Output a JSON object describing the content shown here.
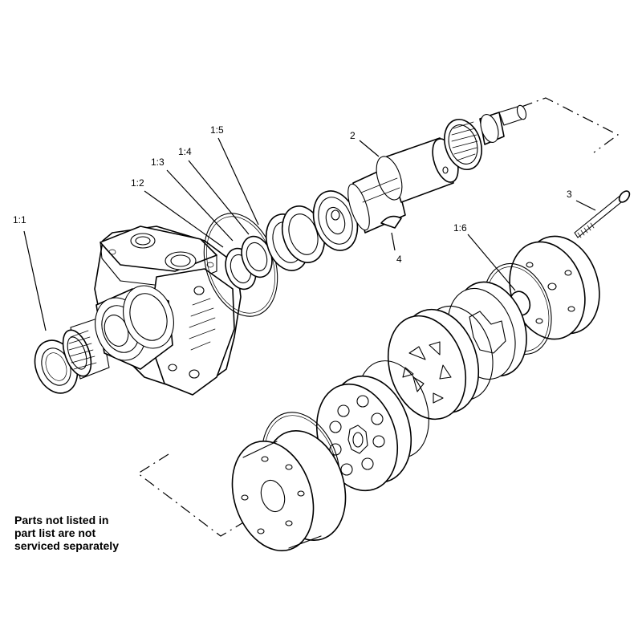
{
  "callouts": {
    "c1_1": "1:1",
    "c1_2": "1:2",
    "c1_3": "1:3",
    "c1_4": "1:4",
    "c1_5": "1:5",
    "c1_6": "1:6",
    "c2": "2",
    "c3": "3",
    "c4": "4"
  },
  "note": {
    "line1": "Parts not listed in",
    "line2": "part list are not",
    "line3": "serviced separately"
  },
  "colors": {
    "line": "#000000",
    "background": "#ffffff"
  }
}
